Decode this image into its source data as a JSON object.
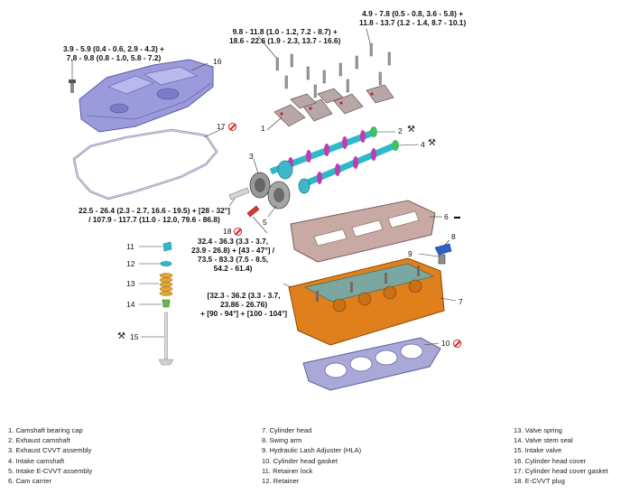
{
  "torque_specs": {
    "cover_bolts": [
      "3.9 - 5.9 (0.4 - 0.6, 2.9 - 4.3) +",
      "7.8 - 9.8 (0.8 - 1.0, 5.8 - 7.2)"
    ],
    "carrier_bolts_a": [
      "9.8 - 11.8 (1.0 - 1.2, 7.2 - 8.7) +",
      "18.6 - 22.6 (1.9 - 2.3, 13.7 - 16.6)"
    ],
    "carrier_bolts_b": [
      "4.9 - 7.8 (0.5 - 0.8, 3.6 - 5.8) +",
      "11.8 - 13.7 (1.2 - 1.4, 8.7 - 10.1)"
    ],
    "cvvt_bolt": [
      "22.5 - 26.4 (2.3 - 2.7, 16.6 - 19.5) + [28 - 32°]",
      "/ 107.9 - 117.7 (11.0 - 12.0, 79.6 - 86.8)"
    ],
    "plug": [
      "32.4 - 36.3 (3.3 - 3.7,",
      "23.9 - 26.8) + [43 - 47°] /",
      "73.5 - 83.3 (7.5 - 8.5,",
      "54.2 - 61.4)"
    ],
    "head_bolts": [
      "[32.3 - 36.2 (3.3 - 3.7,",
      "23.86 - 26.76)",
      "+ [90 - 94°] + [100 - 104°]"
    ]
  },
  "callouts": [
    "1",
    "2",
    "3",
    "4",
    "5",
    "6",
    "7",
    "8",
    "9",
    "10",
    "11",
    "12",
    "13",
    "14",
    "15",
    "16",
    "17",
    "18"
  ],
  "legend": {
    "col1": [
      "1. Camshaft bearing cap",
      "2. Exhaust camshaft",
      "3. Exhaust CVVT assembly",
      "4. Intake camshaft",
      "5. Intake E-CVVT assembly",
      "6. Cam carrier"
    ],
    "col2": [
      "7. Cylinder head",
      "8. Swing arm",
      "9. Hydraulic Lash Adjuster (HLA)",
      "10. Cylinder head gasket",
      "11. Retainer lock",
      "12. Retainer"
    ],
    "col3": [
      "13. Valve spring",
      "14. Valve stem seal",
      "15. Intake valve",
      "16. Cylinder head cover",
      "17. Cylinder head cover gasket",
      "18. E-CVVT plug"
    ]
  },
  "colors": {
    "cover": "#8f8fd6",
    "camshaft": "#2fb8c9",
    "camshaft_accent": "#c43bb0",
    "head": "#e0801c",
    "carrier": "#c9a9a4",
    "gasket": "#a9a9d8",
    "no_reuse": "#d21f1f"
  }
}
